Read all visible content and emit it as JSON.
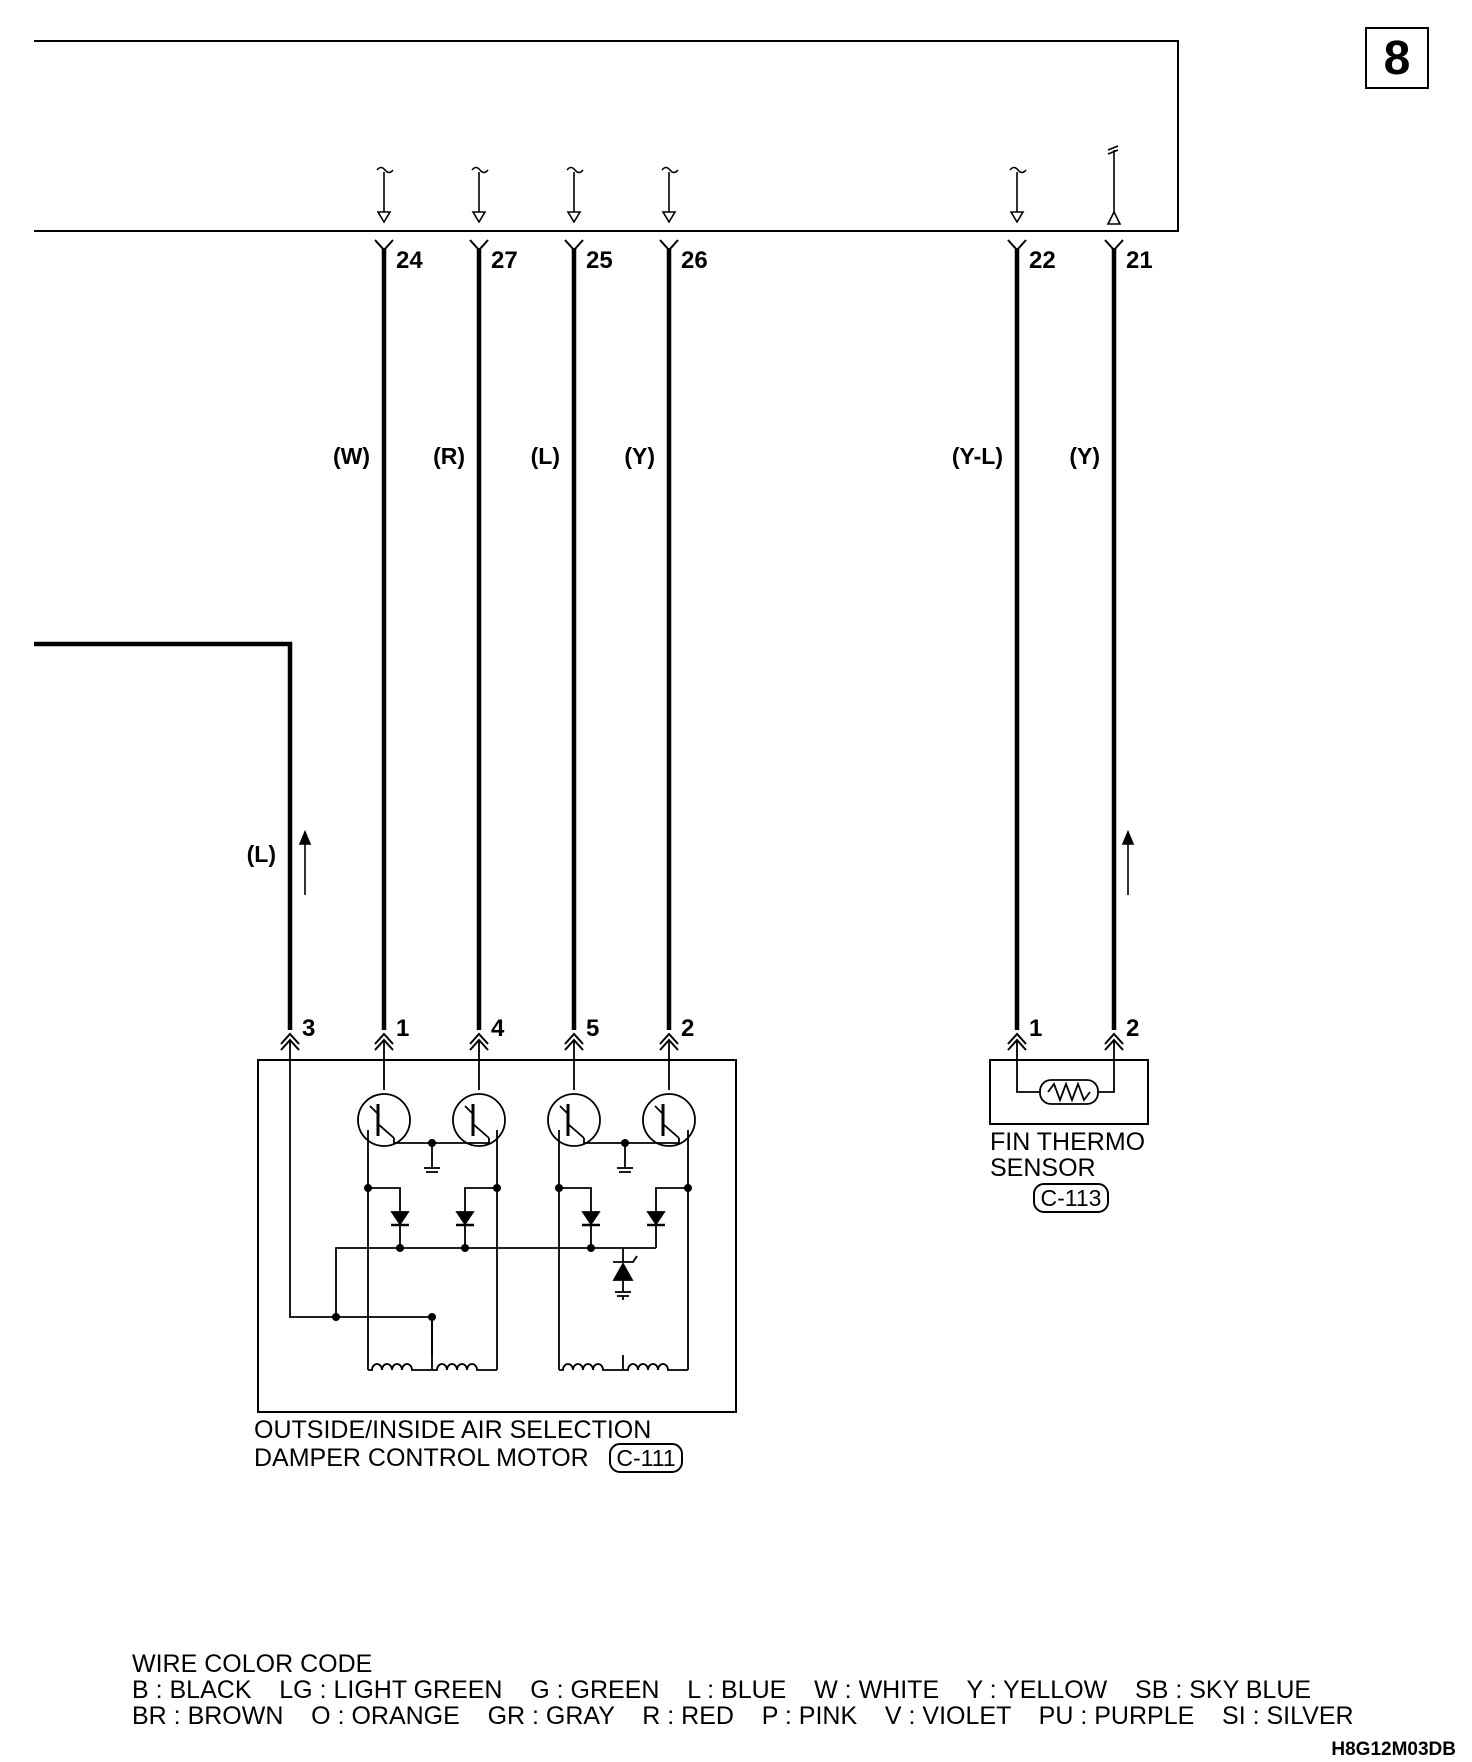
{
  "page_number": "8",
  "drawing_code": "H8G12M03DB",
  "unit_terminals": [
    {
      "pin": "24",
      "color": "(W)"
    },
    {
      "pin": "27",
      "color": "(R)"
    },
    {
      "pin": "25",
      "color": "(L)"
    },
    {
      "pin": "26",
      "color": "(Y)"
    },
    {
      "pin": "22",
      "color": "(Y-L)"
    },
    {
      "pin": "21",
      "color": "(Y)"
    }
  ],
  "ground_wire_color": "(L)",
  "motor": {
    "line1": "OUTSIDE/INSIDE AIR SELECTION",
    "line2": "DAMPER CONTROL MOTOR",
    "connector": "C-111",
    "pins": [
      "3",
      "1",
      "4",
      "5",
      "2"
    ]
  },
  "sensor": {
    "line1": "FIN THERMO",
    "line2": "SENSOR",
    "connector": "C-113",
    "pins": [
      "1",
      "2"
    ]
  },
  "legend": {
    "title": "WIRE COLOR CODE",
    "row1": "B : BLACK    LG : LIGHT GREEN    G : GREEN    L : BLUE    W : WHITE    Y : YELLOW    SB : SKY BLUE",
    "row2": "BR : BROWN    O : ORANGE    GR : GRAY    R : RED    P : PINK    V : VIOLET    PU : PURPLE    SI : SILVER"
  }
}
